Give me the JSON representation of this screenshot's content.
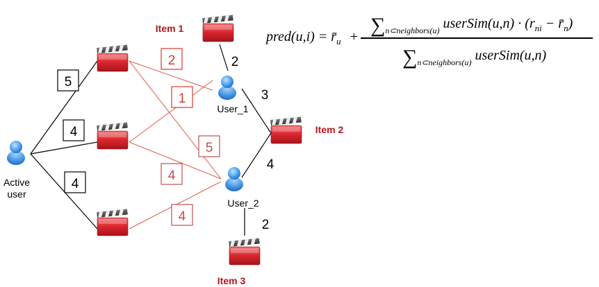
{
  "colors": {
    "edge_black": "#000000",
    "edge_red": "#e05a47",
    "item_red": "#b3141b",
    "rating_red": "#d93a2b",
    "rating_dark_red": "#c0504d",
    "user_blue": "#3a8ee0"
  },
  "nodes": {
    "active_user": {
      "label_line1": "Active",
      "label_line2": "user"
    },
    "user_1": {
      "label": "User_1"
    },
    "user_2": {
      "label": "User_2"
    },
    "item_1": {
      "label": "Item 1"
    },
    "item_2": {
      "label": "Item 2"
    },
    "item_3": {
      "label": "Item 3"
    }
  },
  "ratings": {
    "active_movie_a": "5",
    "active_movie_b": "4",
    "active_movie_c": "4",
    "user1_movie_a": "2",
    "user1_movie_b": "1",
    "user2_movie_a": "5",
    "user2_movie_b": "4",
    "user2_movie_c": "4",
    "user1_item1": "2",
    "user1_item2": "3",
    "user2_item2": "4",
    "user2_item3": "2"
  },
  "formula": {
    "lhs": "pred(u,i) = r̄",
    "lhs_sub": "u",
    "plus": "+",
    "numerator_sum": "∑",
    "numerator_sub": "n⊂neighbors(u)",
    "numerator_body": "userSim(u,n) · (r",
    "numerator_r_sub": "ni",
    "numerator_minus": " − r̄",
    "numerator_rbar_sub": "n",
    "numerator_close": ")",
    "denominator_sum": "∑",
    "denominator_sub": "n⊂neighbors(u)",
    "denominator_body": "userSim(u,n)"
  }
}
